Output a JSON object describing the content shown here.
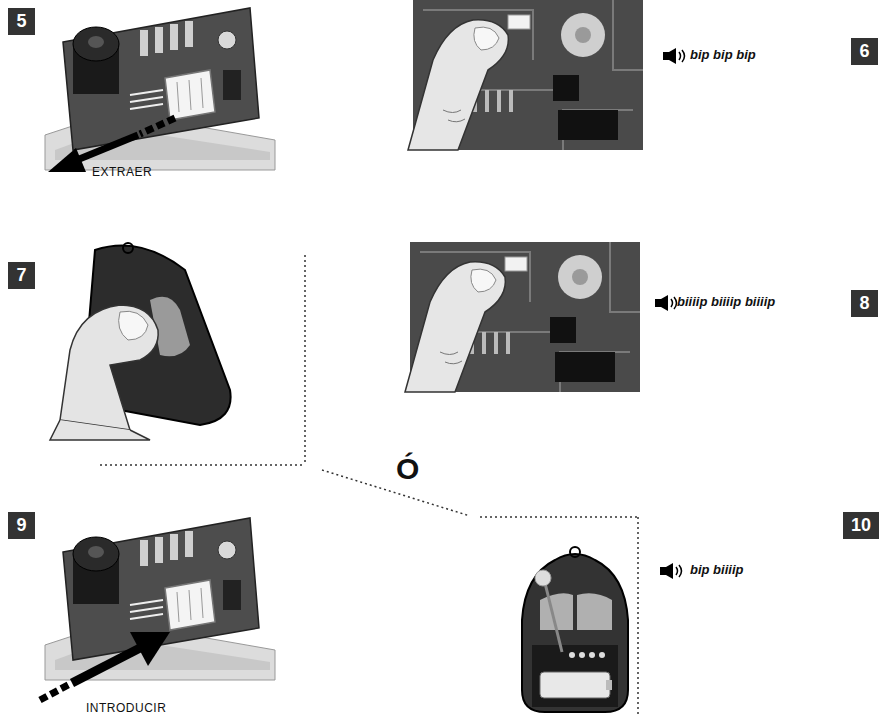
{
  "diagram": {
    "nodes": [
      {
        "text": [
          "5"
        ]
      },
      {
        "text": [
          "6"
        ]
      },
      {
        "text": [
          "7"
        ]
      },
      {
        "text": [
          "8"
        ]
      },
      {
        "text": [
          "9"
        ]
      },
      {
        "text": [
          "10"
        ]
      }
    ],
    "labels": [
      "EXTRAER",
      "bip bip bip",
      "biiiip biiiip biiiip",
      "Ó",
      "INTRODUCIR",
      "bip biiiip"
    ]
  }
}
